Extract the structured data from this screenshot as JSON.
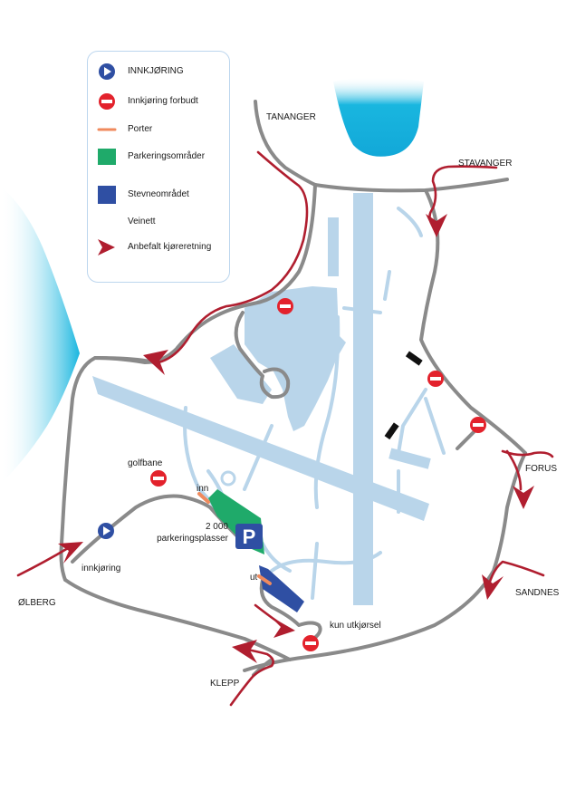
{
  "legend": {
    "items": [
      {
        "id": "entry",
        "label": "INNKJØRING"
      },
      {
        "id": "no-entry",
        "label": "Innkjøring forbudt"
      },
      {
        "id": "gate",
        "label": "Porter"
      },
      {
        "id": "parking",
        "label": "Parkeringsområder"
      },
      {
        "id": "event",
        "label": "Stevneområdet"
      },
      {
        "id": "road",
        "label": "Veinett"
      },
      {
        "id": "direction",
        "label": "Anbefalt kjøreretning"
      }
    ]
  },
  "places": {
    "tananger": "TANANGER",
    "stavanger": "STAVANGER",
    "forus": "FORUS",
    "sandnes": "SANDNES",
    "olberg": "ØLBERG",
    "klepp": "KLEPP"
  },
  "labels": {
    "golfbane": "golfbane",
    "inn": "inn",
    "ut": "ut",
    "innkjoring": "innkjøring",
    "kun_utkjorsel": "kun utkjørsel",
    "parking_count": "2 000",
    "parking_text": "parkeringsplasser",
    "parking_sign": "P"
  },
  "colors": {
    "road": "#8a8a8a",
    "route": "#b01e2f",
    "runway": "#b9d5ea",
    "water": "#19b6df",
    "parking": "#1faa6a",
    "event": "#2f4fa3",
    "no_entry": "#e3222c",
    "entry": "#2f4fa3",
    "gate": "#f08a5d"
  }
}
